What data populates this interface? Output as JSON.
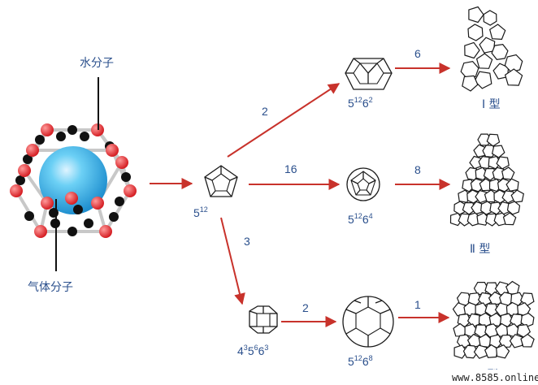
{
  "labels": {
    "water": "水分子",
    "gas": "气体分子"
  },
  "cages": {
    "c512": {
      "base": "5",
      "sup": "12"
    },
    "c51262": {
      "base": "5",
      "sup1": "12",
      "mid": "6",
      "sup2": "2"
    },
    "c51264": {
      "base": "5",
      "sup1": "12",
      "mid": "6",
      "sup2": "4"
    },
    "c435663": {
      "a": "4",
      "as": "3",
      "b": "5",
      "bs": "6",
      "c": "6",
      "cs": "3"
    },
    "c51268": {
      "base": "5",
      "sup1": "12",
      "mid": "6",
      "sup2": "8"
    }
  },
  "arrow_counts": {
    "to_51262": "2",
    "to_51264": "16",
    "to_435663": "3",
    "typeI": "6",
    "typeII": "8",
    "to_51268": "2",
    "typeH": "1"
  },
  "structure_types": {
    "type_I": "Ⅰ 型",
    "type_II": "Ⅱ 型",
    "type_H": "H 型"
  },
  "watermark": "www.8585.online",
  "colors": {
    "arrow": "#c8322b",
    "label": "#2a4f8c",
    "oxygen": "#e0262a",
    "hydrogen": "#111111",
    "gas_molecule": "#2aa8e0"
  }
}
